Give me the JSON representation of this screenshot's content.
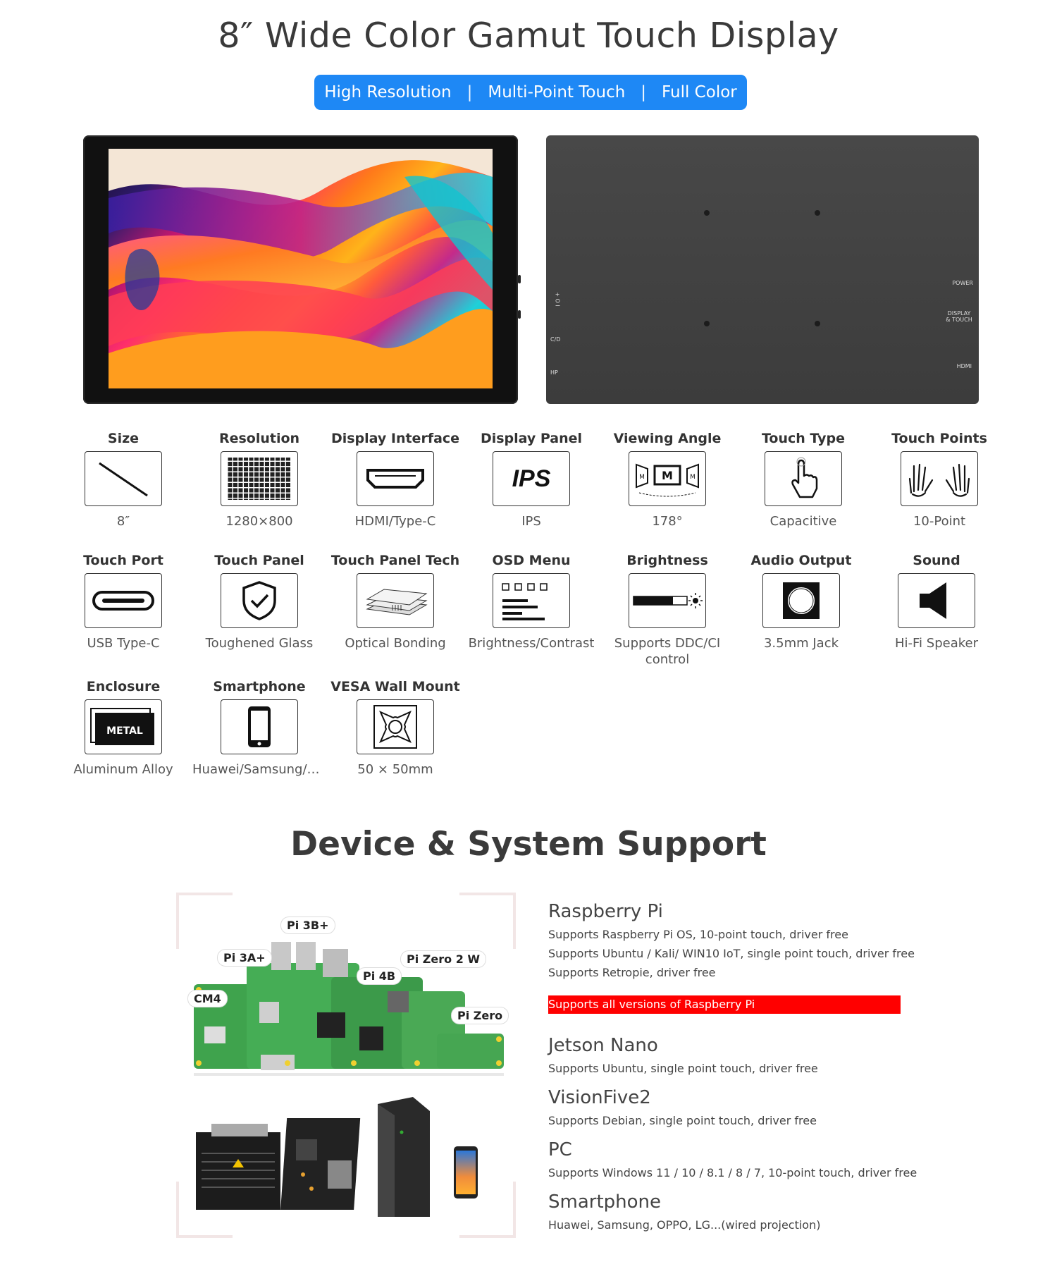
{
  "header": {
    "title": "8″ Wide Color Gamut Touch Display",
    "features": [
      "High Resolution",
      "Multi-Point Touch",
      "Full Color"
    ],
    "separator": "|"
  },
  "back_panel_labels": {
    "power": "POWER",
    "display_touch": "DISPLAY & TOUCH",
    "hdmi": "HDMI",
    "side_io": "+ O I",
    "side_cd": "C/D",
    "side_hp": "HP"
  },
  "specs": [
    {
      "title": "Size",
      "value": "8″",
      "icon": "diagonal-line-icon"
    },
    {
      "title": "Resolution",
      "value": "1280×800",
      "icon": "pixel-grid-icon"
    },
    {
      "title": "Display Interface",
      "value": "HDMI/Type-C",
      "icon": "hdmi-port-icon"
    },
    {
      "title": "Display Panel",
      "value": "IPS",
      "icon": "ips-text-icon",
      "icon_text": "IPS"
    },
    {
      "title": "Viewing Angle",
      "value": "178°",
      "icon": "viewing-angle-icon",
      "icon_text": "M"
    },
    {
      "title": "Touch Type",
      "value": "Capacitive",
      "icon": "finger-touch-icon"
    },
    {
      "title": "Touch Points",
      "value": "10-Point",
      "icon": "two-hands-icon"
    },
    {
      "title": "Touch Port",
      "value": "USB Type-C",
      "icon": "usb-c-icon"
    },
    {
      "title": "Touch Panel",
      "value": "Toughened Glass",
      "icon": "shield-check-icon"
    },
    {
      "title": "Touch Panel Tech",
      "value": "Optical Bonding",
      "icon": "layered-panel-icon"
    },
    {
      "title": "OSD Menu",
      "value": "Brightness/Contrast",
      "icon": "osd-menu-icon"
    },
    {
      "title": "Brightness",
      "value": "Supports DDC/CI control",
      "icon": "brightness-bar-icon"
    },
    {
      "title": "Audio Output",
      "value": "3.5mm Jack",
      "icon": "audio-jack-icon"
    },
    {
      "title": "Sound",
      "value": "Hi-Fi Speaker",
      "icon": "speaker-icon"
    },
    {
      "title": "Enclosure",
      "value": "Aluminum Alloy",
      "icon": "metal-plate-icon",
      "icon_text": "METAL"
    },
    {
      "title": "Smartphone",
      "value": "Huawei/Samsung/O…",
      "icon": "smartphone-icon"
    },
    {
      "title": "VESA Wall Mount",
      "value": "50 × 50mm",
      "icon": "vesa-mount-icon"
    }
  ],
  "support": {
    "title": "Device & System Support",
    "board_tags": [
      "Pi 3B+",
      "Pi 3A+",
      "Pi Zero 2 W",
      "Pi 4B",
      "CM4",
      "Pi Zero"
    ],
    "devices": [
      {
        "name": "Raspberry Pi",
        "lines": [
          "Supports Raspberry Pi OS, 10-point touch, driver free",
          "Supports Ubuntu / Kali/ WIN10 IoT, single point touch, driver free",
          "Supports Retropie, driver free"
        ]
      },
      {
        "name": "Jetson Nano",
        "lines": [
          "Supports Ubuntu, single point touch, driver free"
        ]
      },
      {
        "name": "VisionFive2",
        "lines": [
          "Supports Debian, single point touch, driver free"
        ]
      },
      {
        "name": "PC",
        "lines": [
          "Supports Windows 11 / 10 / 8.1 / 8 / 7, 10-point touch, driver free"
        ]
      },
      {
        "name": "Smartphone",
        "lines": [
          "Huawei, Samsung, OPPO, LG...(wired projection)"
        ]
      }
    ],
    "highlight": "Supports all versions of Raspberry Pi"
  }
}
